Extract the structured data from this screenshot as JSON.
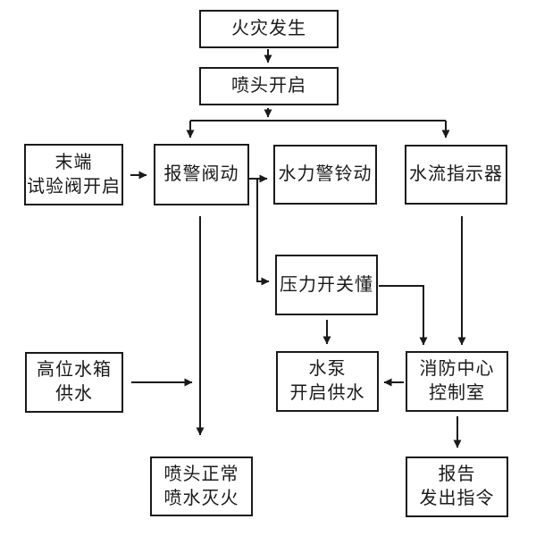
{
  "colors": {
    "line": "#1a1a1a",
    "background": "#ffffff",
    "box_fill": "#ffffff"
  },
  "diagram": {
    "type": "flowchart",
    "language": "zh-CN",
    "nodes": {
      "fire": {
        "label": "火灾发生"
      },
      "sprinkler_open": {
        "label": "喷头开启"
      },
      "end_test_valve": {
        "label": "末端\n试验阀开启"
      },
      "alarm_valve": {
        "label": "报警阀动"
      },
      "hydraulic_bell": {
        "label": "水力警铃动"
      },
      "flow_indicator": {
        "label": "水流指示器"
      },
      "pressure_switch": {
        "label": "压力开关懂"
      },
      "high_tank": {
        "label": "高位水箱\n供水"
      },
      "pump": {
        "label": "水泵\n开启供水"
      },
      "fire_center": {
        "label": "消防中心\n控制室"
      },
      "sprinkler_normal": {
        "label": "喷头正常\n喷水灭火"
      },
      "report": {
        "label": "报告\n发出指令"
      }
    },
    "edges": [
      {
        "from": "fire",
        "to": "sprinkler_open"
      },
      {
        "from": "sprinkler_open",
        "to": "alarm_valve"
      },
      {
        "from": "sprinkler_open",
        "to": "flow_indicator"
      },
      {
        "from": "end_test_valve",
        "to": "alarm_valve"
      },
      {
        "from": "alarm_valve",
        "to": "hydraulic_bell"
      },
      {
        "from": "alarm_valve",
        "to": "pressure_switch"
      },
      {
        "from": "alarm_valve",
        "to": "sprinkler_normal"
      },
      {
        "from": "high_tank",
        "to": "sprinkler_normal"
      },
      {
        "from": "pressure_switch",
        "to": "pump"
      },
      {
        "from": "pressure_switch",
        "to": "fire_center"
      },
      {
        "from": "flow_indicator",
        "to": "fire_center"
      },
      {
        "from": "fire_center",
        "to": "pump"
      },
      {
        "from": "fire_center",
        "to": "report"
      }
    ]
  }
}
